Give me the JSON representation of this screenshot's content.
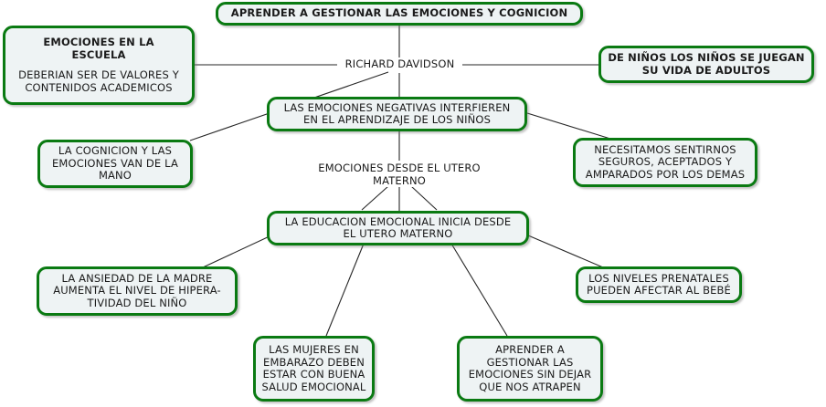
{
  "diagram": {
    "type": "concept-map",
    "title": "APRENDER A GESTIONAR LAS EMOCIONES Y COGNICION",
    "colors": {
      "node_border": "#0a7a12",
      "node_fill": "#eef3f4",
      "edge": "#262626",
      "text": "#1b1b1b",
      "background": "#ffffff"
    },
    "nodes": {
      "root": {
        "text": "APRENDER A GESTIONAR LAS EMOCIONES Y COGNICION",
        "lines": [
          "APRENDER A GESTIONAR LAS EMOCIONES Y COGNICION"
        ],
        "style": "bold-box"
      },
      "author": {
        "text": "RICHARD DAVIDSON",
        "lines": [
          "RICHARD DAVIDSON"
        ],
        "style": "plain-label"
      },
      "escuela": {
        "heading_lines": [
          "EMOCIONES EN LA",
          "ESCUELA"
        ],
        "body_lines": [
          "DEBERIAN SER DE VALORES Y",
          "CONTENIDOS ACADEMICOS"
        ],
        "style": "box-with-heading"
      },
      "ninos_adultos": {
        "lines": [
          "DE NIÑOS LOS NIÑOS SE JUEGAN",
          "SU VIDA DE ADULTOS"
        ],
        "style": "bold-box"
      },
      "emociones_negativas": {
        "lines": [
          "LAS EMOCIONES NEGATIVAS INTERFIEREN",
          "EN EL APRENDIZAJE DE LOS NIÑOS"
        ],
        "style": "box"
      },
      "cognicion_mano": {
        "lines": [
          "LA COGNICION Y LAS",
          "EMOCIONES VAN DE LA",
          "MANO"
        ],
        "style": "box"
      },
      "necesitamos_sentirnos": {
        "lines": [
          "NECESITAMOS SENTIRNOS",
          "SEGUROS, ACEPTADOS Y",
          "AMPARADOS POR LOS DEMAS"
        ],
        "style": "box"
      },
      "utero_label": {
        "lines": [
          "EMOCIONES DESDE EL UTERO",
          "MATERNO"
        ],
        "style": "plain-label"
      },
      "educacion_emocional": {
        "lines": [
          "LA EDUCACION EMOCIONAL INICIA DESDE",
          "EL UTERO MATERNO"
        ],
        "style": "box"
      },
      "ansiedad_madre": {
        "lines": [
          "LA ANSIEDAD DE LA MADRE",
          "AUMENTA EL NIVEL DE HIPERA-",
          "TIVIDAD DEL NIÑO"
        ],
        "style": "box"
      },
      "niveles_prenatales": {
        "lines": [
          "LOS NIVELES PRENATALES",
          "PUEDEN AFECTAR AL BEBÉ"
        ],
        "style": "box"
      },
      "mujeres_embarazo": {
        "lines": [
          "LAS MUJERES EN",
          "EMBARAZO DEBEN",
          "ESTAR CON BUENA",
          "SALUD EMOCIONAL"
        ],
        "style": "box"
      },
      "aprender_gestionar": {
        "lines": [
          "APRENDER A",
          "GESTIONAR LAS",
          "EMOCIONES SIN DEJAR",
          "QUE NOS ATRAPEN"
        ],
        "style": "box"
      }
    }
  }
}
